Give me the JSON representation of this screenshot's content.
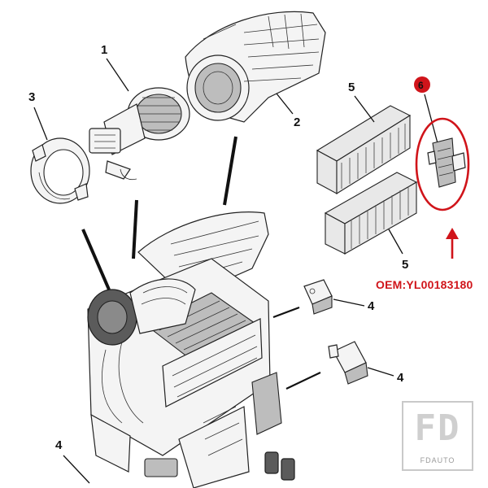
{
  "diagram": {
    "callouts": {
      "part_1": "1",
      "part_2": "2",
      "part_3": "3",
      "part_4_top": "4",
      "part_4_mid": "4",
      "part_4_bottom_left": "4",
      "part_5_top": "5",
      "part_5_bottom": "5",
      "part_6": "6"
    },
    "oem_label": "OEM:YL00183180",
    "highlight_color": "#d0141a"
  },
  "watermark": {
    "mark": "FD",
    "sub": "FDAUTO"
  }
}
